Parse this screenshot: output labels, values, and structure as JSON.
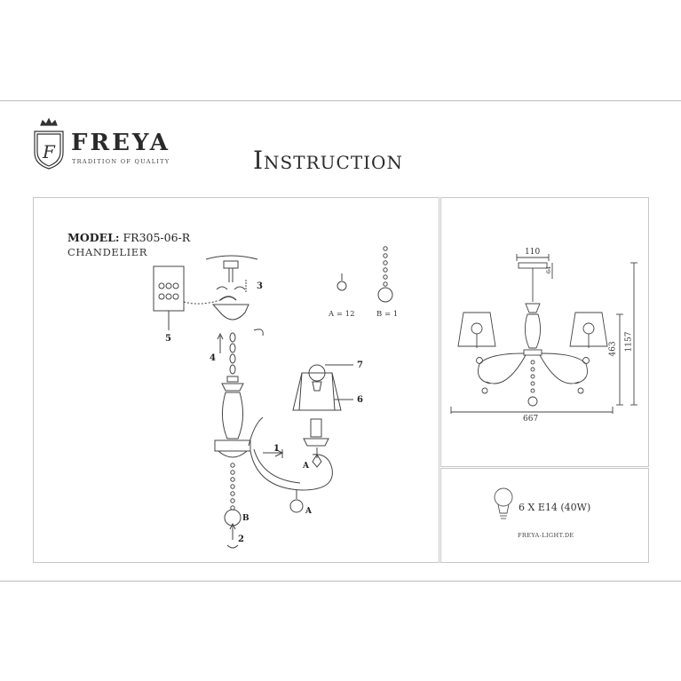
{
  "brand": {
    "name": "FREYA",
    "tagline": "TRADITION OF QUALITY"
  },
  "document": {
    "title": "Instruction"
  },
  "model": {
    "label": "MODEL:",
    "number": "FR305-06-R",
    "product": "CHANDELIER"
  },
  "assembly": {
    "steps": [
      "1",
      "2",
      "3",
      "4",
      "5",
      "6",
      "7"
    ],
    "parts": [
      "A",
      "B"
    ],
    "crystal_counts": {
      "a": "A = 12",
      "b": "B = 1"
    }
  },
  "dimensions": {
    "canopy": "110",
    "canopy_height": "64",
    "width": "667",
    "body_height": "463",
    "total_height": "1157"
  },
  "lamp": {
    "spec": "6 X E14 (40W)"
  },
  "website": "FREYA-LIGHT.DE",
  "colors": {
    "line": "#555555",
    "border": "#c7c7c7",
    "text": "#2a2a2a"
  }
}
